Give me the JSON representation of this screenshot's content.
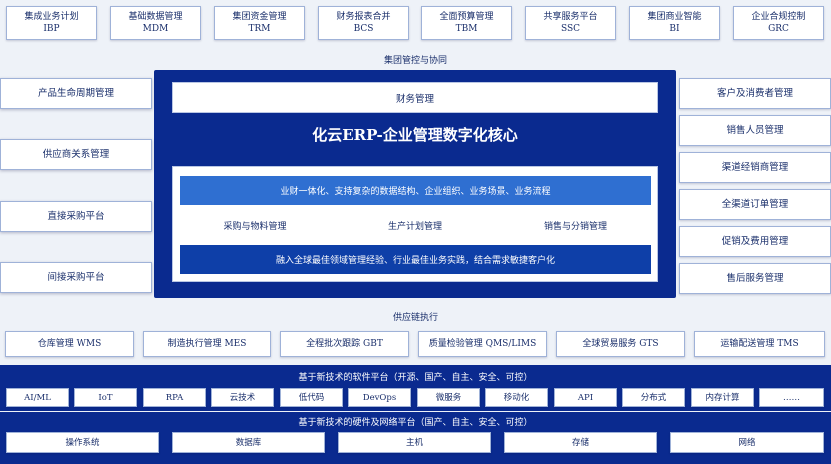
{
  "top_systems": [
    {
      "name": "集成业务计划",
      "code": "IBP"
    },
    {
      "name": "基础数据管理",
      "code": "MDM"
    },
    {
      "name": "集团资金管理",
      "code": "TRM"
    },
    {
      "name": "财务报表合并",
      "code": "BCS"
    },
    {
      "name": "全面预算管理",
      "code": "TBM"
    },
    {
      "name": "共享服务平台",
      "code": "SSC"
    },
    {
      "name": "集团商业智能",
      "code": "BI"
    },
    {
      "name": "企业合规控制",
      "code": "GRC"
    }
  ],
  "group_control_label": "集团管控与协同",
  "left_modules": [
    "产品生命周期管理",
    "供应商关系管理",
    "直接采购平台",
    "间接采购平台"
  ],
  "right_modules": [
    "客户及消费者管理",
    "销售人员管理",
    "渠道经销商管理",
    "全渠道订单管理",
    "促销及费用管理",
    "售后服务管理"
  ],
  "core": {
    "finance": "财务管理",
    "title": "化云ERP-企业管理数字化核心",
    "integration_bar": "业财一体化、支持复杂的数据结构、企业组织、业务场景、业务流程",
    "modules": [
      "采购与物料管理",
      "生产计划管理",
      "销售与分销管理"
    ],
    "practice_bar": "融入全球最佳领域管理经验、行业最佳业务实践，结合需求敏捷客户化"
  },
  "supply_chain_label": "供应链执行",
  "execution_modules": [
    "仓库管理 WMS",
    "制造执行管理 MES",
    "全程批次跟踪 GBT",
    "质量检验管理 QMS/LIMS",
    "全球贸易服务 GTS",
    "运输配送管理 TMS"
  ],
  "software_platform": {
    "title": "基于新技术的软件平台（开源、国产、自主、安全、可控）",
    "items": [
      "AI/ML",
      "IoT",
      "RPA",
      "云技术",
      "低代码",
      "DevOps",
      "微服务",
      "移动化",
      "API",
      "分布式",
      "内存计算",
      "……"
    ]
  },
  "hardware_platform": {
    "title": "基于新技术的硬件及网络平台（国产、自主、安全、可控）",
    "items": [
      "操作系统",
      "数据库",
      "主机",
      "存储",
      "网络"
    ]
  }
}
